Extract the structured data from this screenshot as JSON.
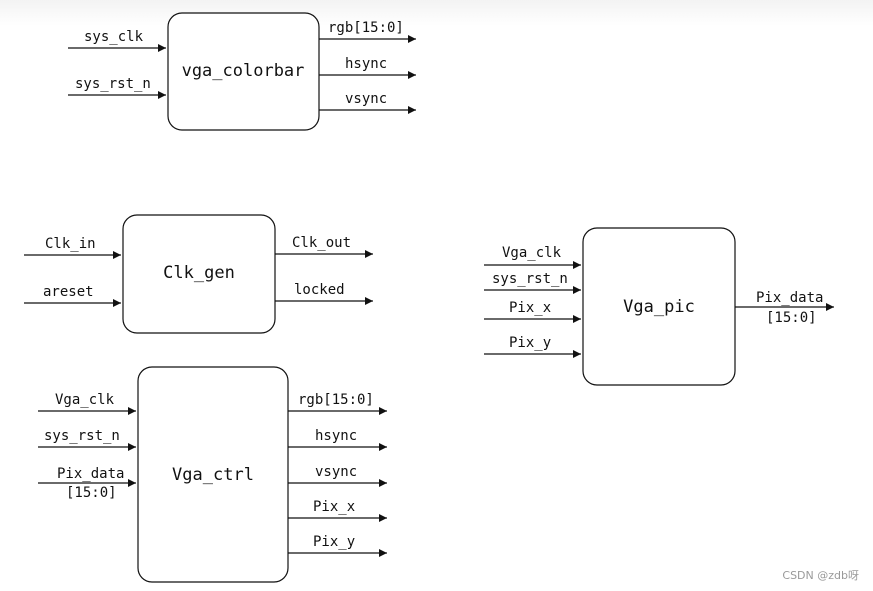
{
  "blocks": {
    "vga_colorbar": {
      "title": "vga_colorbar",
      "inputs": [
        "sys_clk",
        "sys_rst_n"
      ],
      "outputs": [
        "rgb[15:0]",
        "hsync",
        "vsync"
      ]
    },
    "clk_gen": {
      "title": "Clk_gen",
      "inputs": [
        "Clk_in",
        "areset"
      ],
      "outputs": [
        "Clk_out",
        "locked"
      ]
    },
    "vga_ctrl": {
      "title": "Vga_ctrl",
      "inputs": [
        "Vga_clk",
        "sys_rst_n",
        "Pix_data",
        "[15:0]"
      ],
      "outputs": [
        "rgb[15:0]",
        "hsync",
        "vsync",
        "Pix_x",
        "Pix_y"
      ]
    },
    "vga_pic": {
      "title": "Vga_pic",
      "inputs": [
        "Vga_clk",
        "sys_rst_n",
        "Pix_x",
        "Pix_y"
      ],
      "outputs": [
        "Pix_data",
        "[15:0]"
      ]
    }
  },
  "watermark": "CSDN @zdb呀"
}
